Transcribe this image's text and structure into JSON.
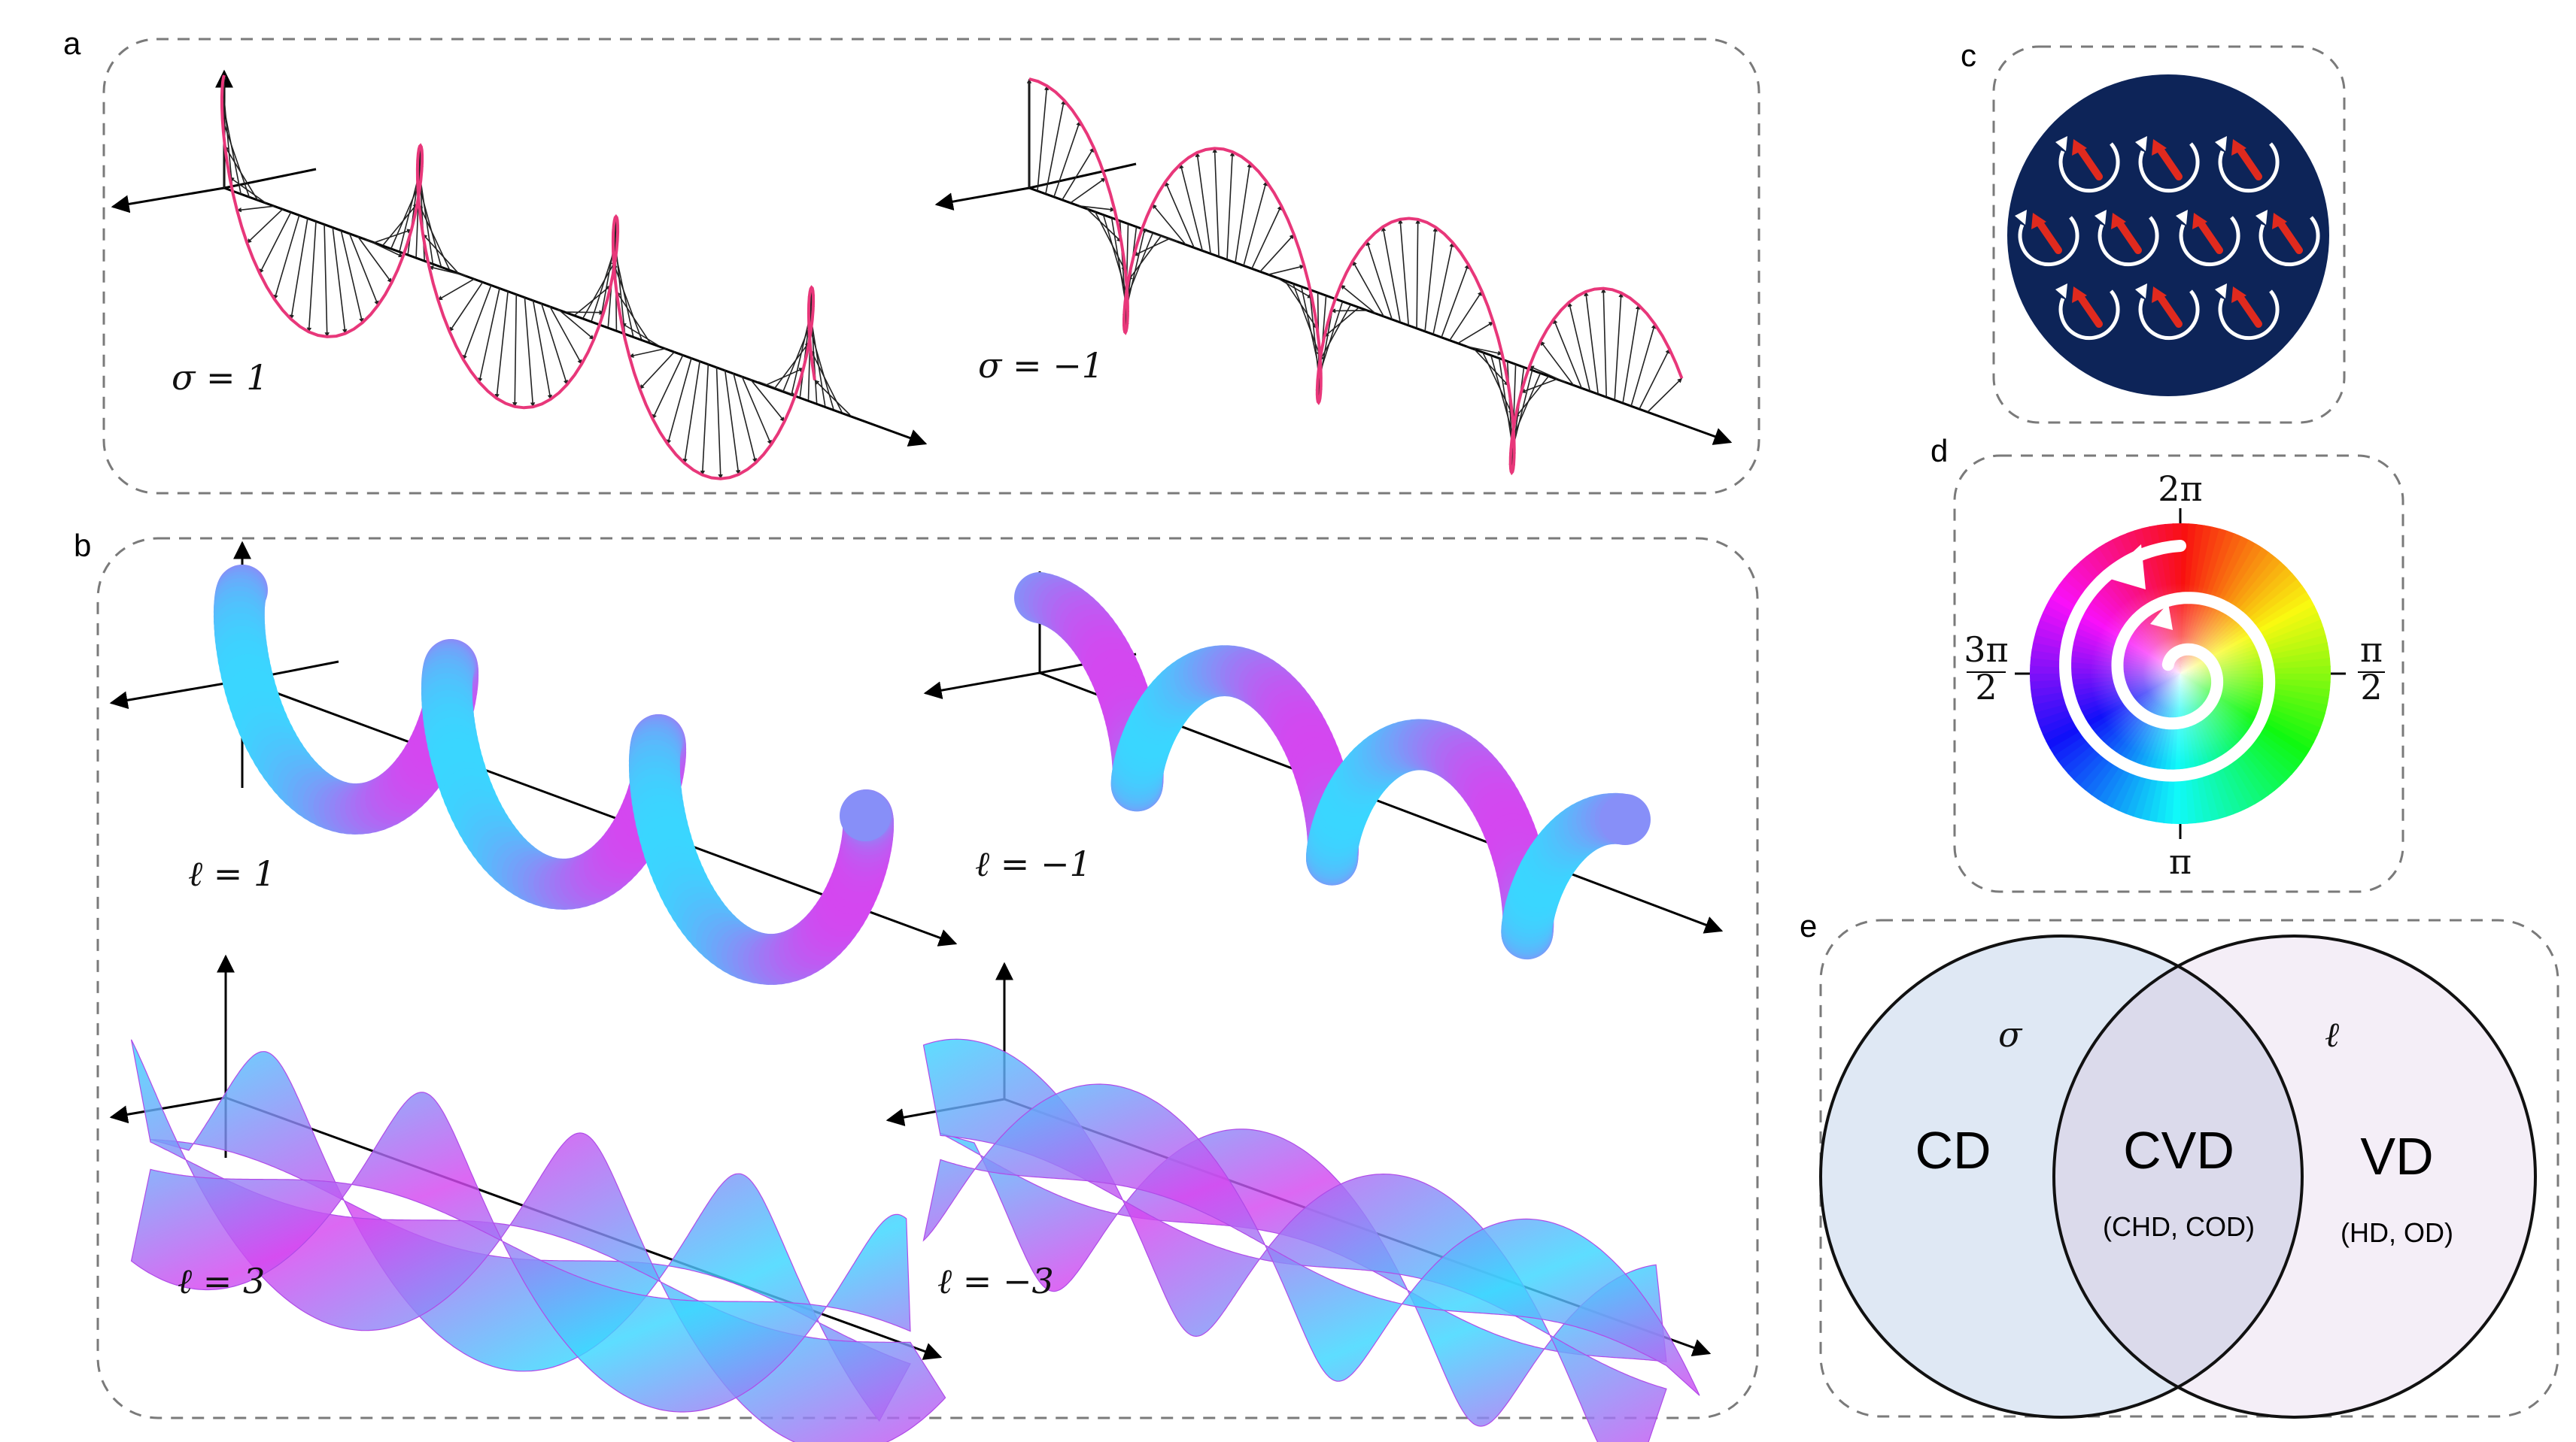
{
  "panels": {
    "a": {
      "letter": "a",
      "left_label": "σ = 1",
      "right_label": "σ = −1"
    },
    "b": {
      "letter": "b",
      "labels": [
        "ℓ = 1",
        "ℓ = −1",
        "ℓ = 3",
        "ℓ = −3"
      ]
    },
    "c": {
      "letter": "c"
    },
    "d": {
      "letter": "d",
      "top": "2π",
      "right_num": "π",
      "right_den": "2",
      "left_num": "3π",
      "left_den": "2",
      "bottom": "π"
    },
    "e": {
      "letter": "e",
      "left_symbol": "σ",
      "right_symbol": "ℓ",
      "left_label": "CD",
      "middle_label": "CVD",
      "middle_sub": "(CHD, COD)",
      "right_label": "VD",
      "right_sub": "(HD, OD)"
    }
  },
  "colors": {
    "accent_pink": "#e8377a",
    "ribbon_cyan": "#3ad6ff",
    "ribbon_magenta": "#d447f0",
    "disk_navy": "#0d2458",
    "arrow_red": "#e02a1e",
    "venn_left": "#dfe8f4",
    "venn_right": "#f4eef7",
    "venn_overlap": "#dbdaeb",
    "frame_gray": "#7a7a7a"
  }
}
